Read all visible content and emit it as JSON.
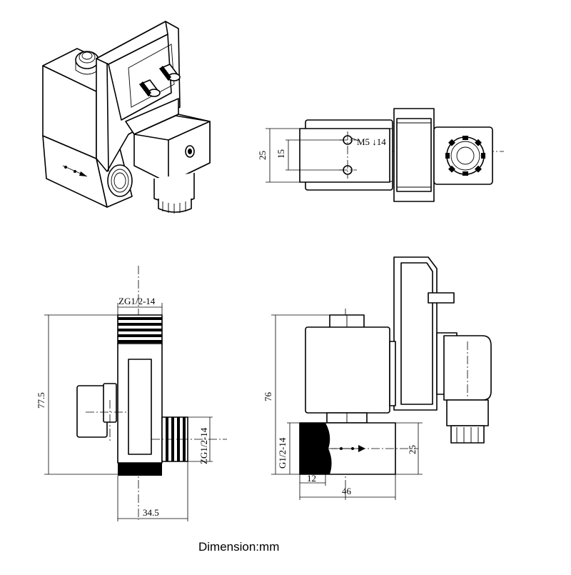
{
  "caption": "Dimension:mm",
  "views": {
    "top": {
      "dims": {
        "outer": "25",
        "inner": "15",
        "thread": "M5 ↓14"
      }
    },
    "front": {
      "dims": {
        "height": "77.5",
        "width": "34.5",
        "top_thread": "ZG1/2-14",
        "side_thread": "ZG1/2-14"
      }
    },
    "side": {
      "dims": {
        "height": "76",
        "body_height": "25",
        "port_depth": "12",
        "body_length": "46",
        "port_thread": "G1/2-14"
      }
    }
  }
}
